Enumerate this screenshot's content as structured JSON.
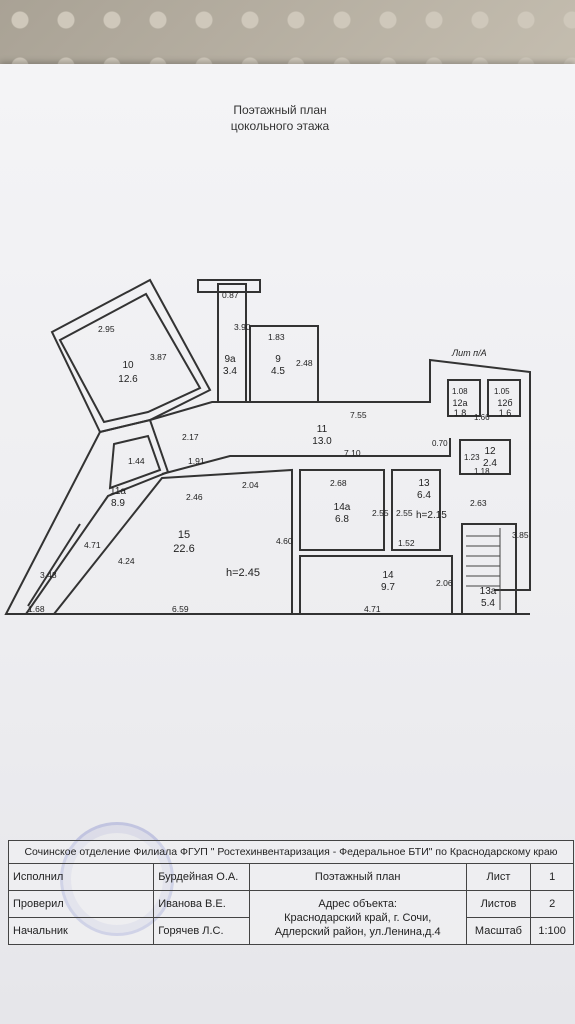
{
  "header": {
    "line1": "Поэтажный  план",
    "line2": "цокольного этажа"
  },
  "plan": {
    "rooms": [
      {
        "num": "10",
        "area": "12.6"
      },
      {
        "num": "9а",
        "area": "3.4"
      },
      {
        "num": "9",
        "area": "4.5"
      },
      {
        "num": "11",
        "area": "13.0"
      },
      {
        "num": "12а",
        "area": "1.8"
      },
      {
        "num": "12б",
        "area": "1.6"
      },
      {
        "num": "12",
        "area": "2.4"
      },
      {
        "num": "11а",
        "area": "8.9"
      },
      {
        "num": "15",
        "area": "22.6"
      },
      {
        "num": "14а",
        "area": "6.8"
      },
      {
        "num": "13",
        "area": "6.4"
      },
      {
        "num": "14",
        "area": "9.7"
      },
      {
        "num": "13а",
        "area": "5.4"
      }
    ],
    "dims": [
      "2.95",
      "3.87",
      "0.87",
      "3.90",
      "1.83",
      "2.48",
      "7.55",
      "2.17",
      "7.10",
      "1.44",
      "1.91",
      "2.04",
      "2.46",
      "4.71",
      "3.43",
      "4.24",
      "4.60",
      "1.68",
      "6.59",
      "2.68",
      "2.55",
      "2.55",
      "1.52",
      "2.06",
      "4.71",
      "2.63",
      "3.85",
      "1.08",
      "1.05",
      "1.66",
      "0.70",
      "1.23",
      "1.18"
    ],
    "heights": [
      "h=2.45",
      "h=2.15"
    ],
    "stair_label": "Лит п/А"
  },
  "title_block": {
    "organization": "Сочинское отделение Филиала ФГУП \" Ростехинвентаризация - Федеральное БТИ\" по Краснодарскому краю",
    "rows": [
      {
        "role": "Исполнил",
        "name": "Бурдейная О.А."
      },
      {
        "role": "Проверил",
        "name": "Иванова В.Е."
      },
      {
        "role": "Начальник",
        "name": "Горячев Л.С."
      }
    ],
    "doc_title": "Поэтажный  план",
    "address_label": "Адрес объекта:",
    "address_line1": "Краснодарский край,  г. Сочи,",
    "address_line2": "Адлерский район, ул.Ленина,д.4",
    "sheet_label": "Лист",
    "sheet_value": "1",
    "sheets_label": "Листов",
    "sheets_value": "2",
    "scale_label": "Масштаб",
    "scale_value": "1:100"
  }
}
